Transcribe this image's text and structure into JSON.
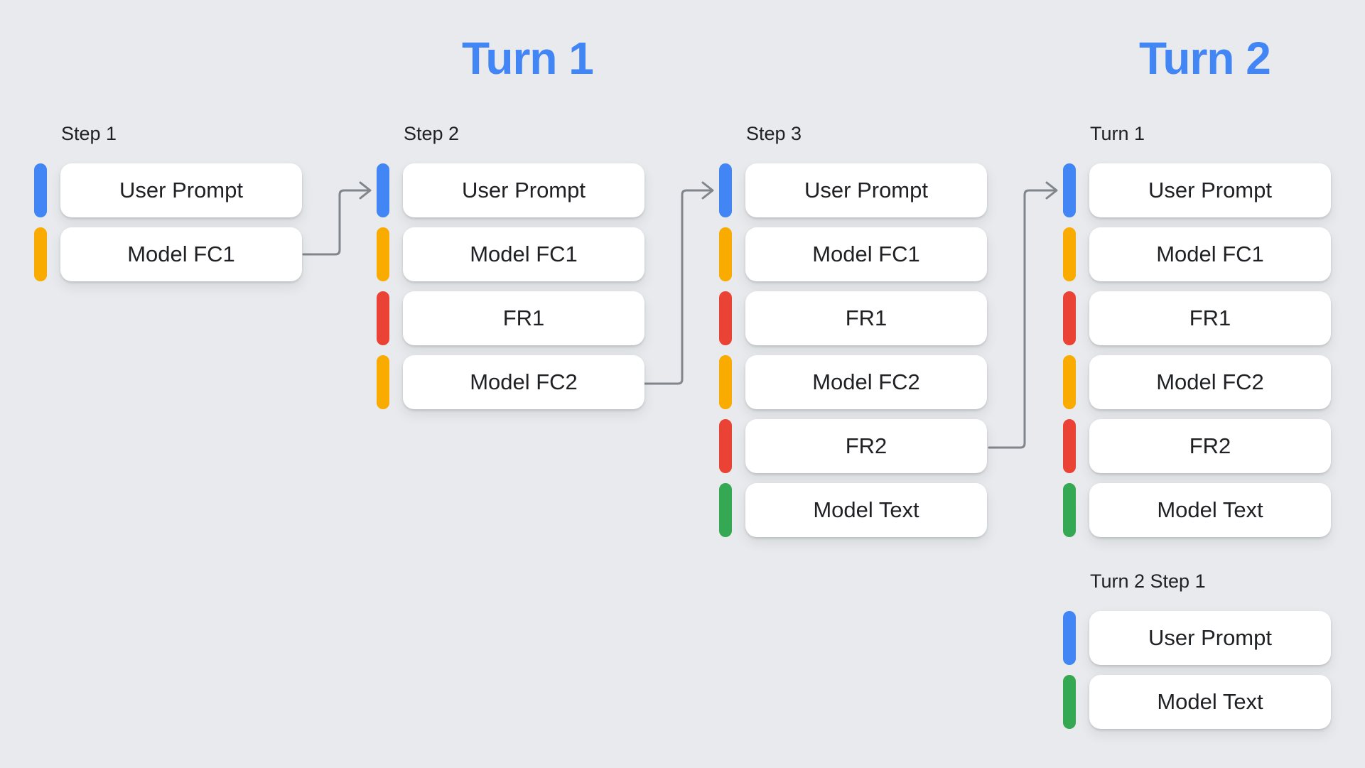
{
  "headings": {
    "turn1": "Turn 1",
    "turn2": "Turn 2"
  },
  "colors": {
    "blue": "#4285F4",
    "yellow": "#F9AB00",
    "red": "#EA4335",
    "green": "#34A853",
    "heading_blue": "#4285F4",
    "connector_gray": "#80868B",
    "background": "#E8EAED",
    "box_white": "#FFFFFF",
    "text_dark": "#202124"
  },
  "groups": [
    {
      "label": "Step 1",
      "rows": [
        {
          "label": "User Prompt",
          "color": "blue"
        },
        {
          "label": "Model FC1",
          "color": "yellow"
        }
      ]
    },
    {
      "label": "Step 2",
      "rows": [
        {
          "label": "User Prompt",
          "color": "blue"
        },
        {
          "label": "Model FC1",
          "color": "yellow"
        },
        {
          "label": "FR1",
          "color": "red"
        },
        {
          "label": "Model FC2",
          "color": "yellow"
        }
      ]
    },
    {
      "label": "Step 3",
      "rows": [
        {
          "label": "User Prompt",
          "color": "blue"
        },
        {
          "label": "Model FC1",
          "color": "yellow"
        },
        {
          "label": "FR1",
          "color": "red"
        },
        {
          "label": "Model FC2",
          "color": "yellow"
        },
        {
          "label": "FR2",
          "color": "red"
        },
        {
          "label": "Model Text",
          "color": "green"
        }
      ]
    },
    {
      "label": "Turn 1",
      "rows": [
        {
          "label": "User Prompt",
          "color": "blue"
        },
        {
          "label": "Model FC1",
          "color": "yellow"
        },
        {
          "label": "FR1",
          "color": "red"
        },
        {
          "label": "Model FC2",
          "color": "yellow"
        },
        {
          "label": "FR2",
          "color": "red"
        },
        {
          "label": "Model Text",
          "color": "green"
        }
      ]
    },
    {
      "label": "Turn 2 Step 1",
      "rows": [
        {
          "label": "User Prompt",
          "color": "blue"
        },
        {
          "label": "Model Text",
          "color": "green"
        }
      ]
    }
  ],
  "connectors": [
    {
      "from": "Step 1 / Model FC1",
      "to": "Step 2 / User Prompt"
    },
    {
      "from": "Step 2 / Model FC2",
      "to": "Step 3 / User Prompt"
    },
    {
      "from": "Step 3 / FR2",
      "to": "Turn 1 / User Prompt"
    }
  ]
}
